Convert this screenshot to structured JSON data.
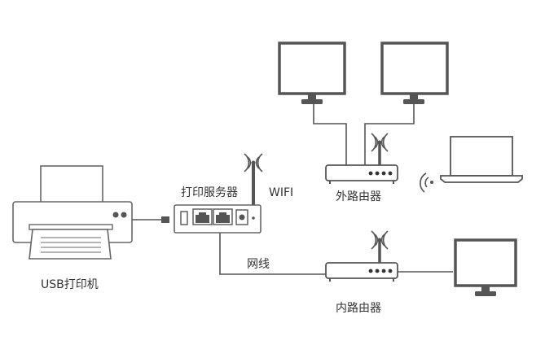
{
  "labels": {
    "printer": "USB打印机",
    "print_server": "打印服务器",
    "wifi": "WIFI",
    "cable": "网线",
    "outer_router": "外路由器",
    "inner_router": "内路由器"
  },
  "devices": {
    "printer": "printer-icon",
    "print_server": "print-server-icon",
    "outer_router": "router-icon",
    "inner_router": "router-icon",
    "monitors": [
      "monitor-icon",
      "monitor-icon",
      "monitor-icon"
    ],
    "laptop": "laptop-icon"
  },
  "colors": {
    "outline": "#666666",
    "line": "#555555",
    "text": "#333333",
    "dark": "#333333"
  }
}
